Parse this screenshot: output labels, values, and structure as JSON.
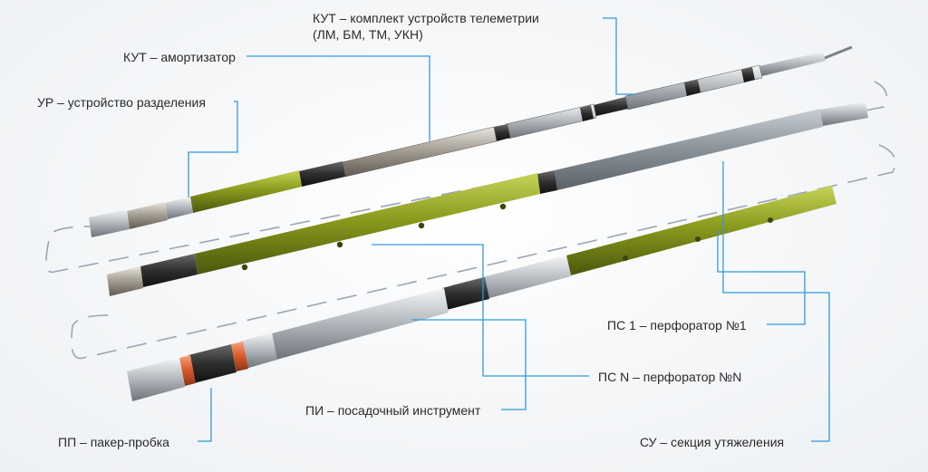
{
  "labels": {
    "kut_telemetry_line1": "КУТ – комплект устройств телеметрии",
    "kut_telemetry_line2": "(ЛМ, БМ, ТМ, УКН)",
    "kut_shock": "КУТ – амортизатор",
    "ur": "УР – устройство разделения",
    "ps1": "ПС 1 – перфоратор №1",
    "psn": "ПС N – перфоратор №N",
    "pi": "ПИ – посадочный инструмент",
    "pp": "ПП – пакер-пробка",
    "su": "СУ – секция утяжеления"
  },
  "colors": {
    "callout_line": "#2f9be0",
    "perforator_green": "#8a9a1a",
    "steel": "#b9bec3",
    "dark_band": "#2b2b2b",
    "orange_ring": "#e0703a",
    "dash": "#9aa6b2"
  }
}
